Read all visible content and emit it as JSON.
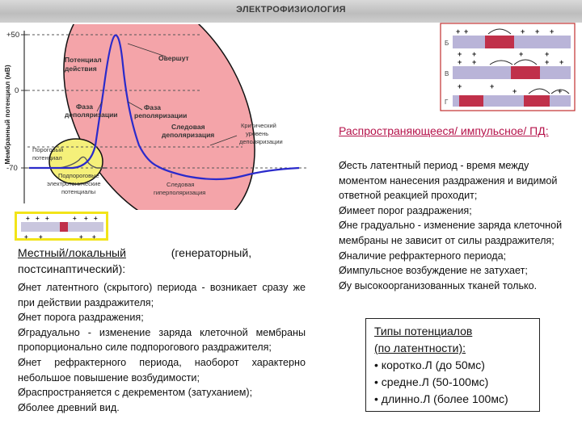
{
  "header": {
    "title": "ЭЛЕКТРОФИЗИОЛОГИЯ"
  },
  "diagram": {
    "y_axis_label": "Мембранный потенциал (мВ)",
    "ticks": {
      "plus50": "+50",
      "zero": "0",
      "minus70": "-70"
    },
    "labels": {
      "action_potential": [
        "Потенциал",
        "действия"
      ],
      "overshoot": "Овершут",
      "depol_phase": [
        "Фаза",
        "деполяризации"
      ],
      "repol_phase": [
        "Фаза",
        "реполяризации"
      ],
      "trace_depol": [
        "Следовая",
        "деполяризация"
      ],
      "critical_level": [
        "Критический",
        "уровень",
        "деполяризации"
      ],
      "threshold": [
        "Пороговый",
        "потенциал"
      ],
      "subthreshold": [
        "Подпороговые",
        "электротонические",
        "потенциалы"
      ],
      "trace_hyper": [
        "Следовая",
        "гиперполяризация"
      ]
    }
  },
  "pulse_diagram": {
    "row_letters": [
      "Б",
      "В",
      "Г"
    ]
  },
  "left": {
    "title_main": "Местный/локальный",
    "title_paren": "(генераторный,",
    "title_line2": "постсинаптический):",
    "items": [
      "Øнет латентного (скрытого) периода - возникает сразу же при действии раздражителя;",
      "Øнет порога раздражения;",
      "Øградуально - изменение заряда клеточной мембраны пропорционально силе подпорогового раздражителя;",
      "Øнет рефрактерного периода, наоборот характерно небольшое повышение возбудимости;",
      "Øраспространяется с декрементом (затуханием);",
      "Øболее древний вид."
    ]
  },
  "right": {
    "title": "Распространяющееся/ импульсное/ ПД:",
    "items": [
      "Øесть латентный период - время между моментом нанесения раздражения и видимой ответной реакцией проходит;",
      "Øимеет порог раздражения;",
      "Øне градуально - изменение заряда клеточной мембраны не зависит от силы раздражителя;",
      "Øналичие рефрактерного периода;",
      "Øимпульсное возбуждение не затухает;",
      "Øу высокоорганизованных тканей только."
    ]
  },
  "types_box": {
    "title1": "Типы потенциалов",
    "title2": "(по латентности):",
    "items": [
      "• коротко.Л (до 50мс)",
      "• средне.Л (50-100мс)",
      "• длинно.Л (более 100мс)"
    ]
  },
  "colors": {
    "ellipse_fill": "#f4a4a9",
    "yellow": "#f5f07a",
    "curve": "#2a2acb",
    "red_label": "#b5124a"
  }
}
